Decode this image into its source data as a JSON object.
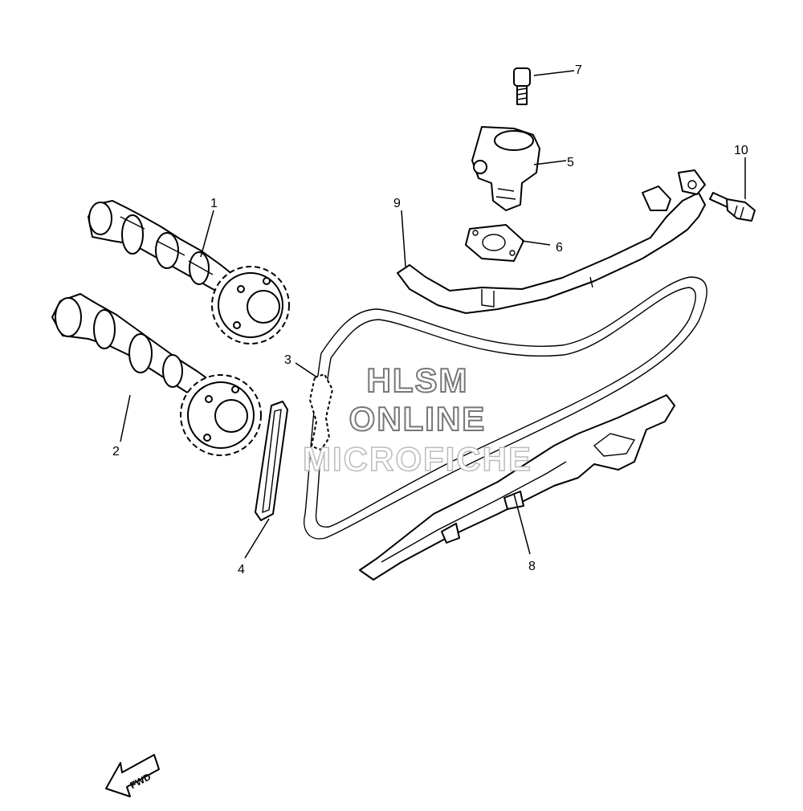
{
  "diagram": {
    "callouts": [
      {
        "id": "1",
        "label": "1"
      },
      {
        "id": "2",
        "label": "2"
      },
      {
        "id": "3",
        "label": "3"
      },
      {
        "id": "4",
        "label": "4"
      },
      {
        "id": "5",
        "label": "5"
      },
      {
        "id": "6",
        "label": "6"
      },
      {
        "id": "7",
        "label": "7"
      },
      {
        "id": "8",
        "label": "8"
      },
      {
        "id": "9",
        "label": "9"
      },
      {
        "id": "10",
        "label": "10"
      }
    ],
    "direction_label": "FWD",
    "watermark": {
      "line1": "HLSM",
      "line2": "ONLINE",
      "line3": "MICROFICHE"
    }
  }
}
